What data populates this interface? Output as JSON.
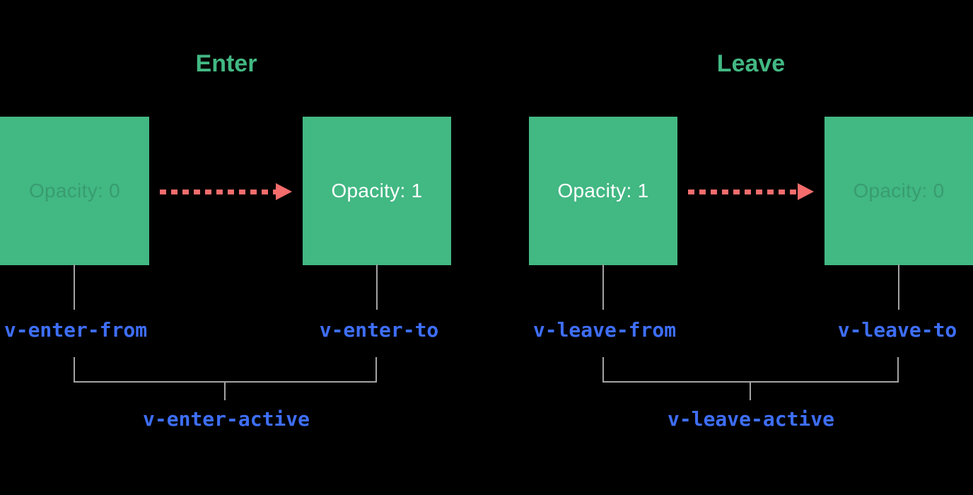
{
  "diagram": {
    "name": "Vue transition classes diagram",
    "colors": {
      "background": "#000000",
      "box_green": "#42b883",
      "title_green": "#42b883",
      "class_label_blue": "#3e6ef7",
      "arrow_red": "#f56c6c",
      "line_gray": "#a3a3a3",
      "box_text_white": "#ffffff"
    },
    "sections": [
      {
        "title": "Enter",
        "from_box_text": "Opacity: 0",
        "to_box_text": "Opacity: 1",
        "from_class": "v-enter-from",
        "to_class": "v-enter-to",
        "active_class": "v-enter-active"
      },
      {
        "title": "Leave",
        "from_box_text": "Opacity: 1",
        "to_box_text": "Opacity: 0",
        "from_class": "v-leave-from",
        "to_class": "v-leave-to",
        "active_class": "v-leave-active"
      }
    ]
  }
}
